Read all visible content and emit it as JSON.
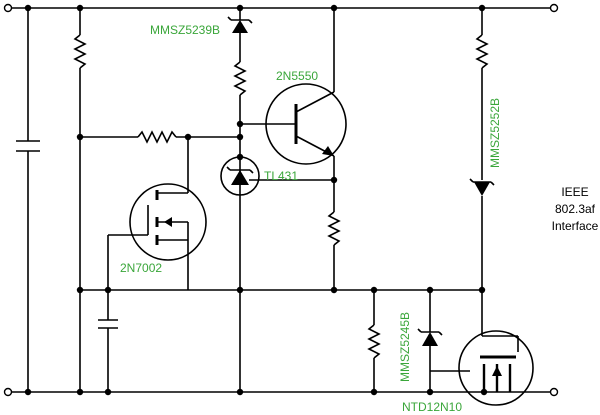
{
  "labels": {
    "zener_top": "MMSZ5239B",
    "bjt": "2N5550",
    "shunt_ref": "TL431",
    "small_fet": "2N7002",
    "zener_right": "MMSZ5252B",
    "zener_bottom": "MMSZ5245B",
    "power_fet": "NTD12N10",
    "interface_line1": "IEEE",
    "interface_line2": "802.3af",
    "interface_line3": "Interface"
  },
  "colors": {
    "part_label": "#3aa63a",
    "wire": "#000000",
    "background": "#ffffff"
  }
}
